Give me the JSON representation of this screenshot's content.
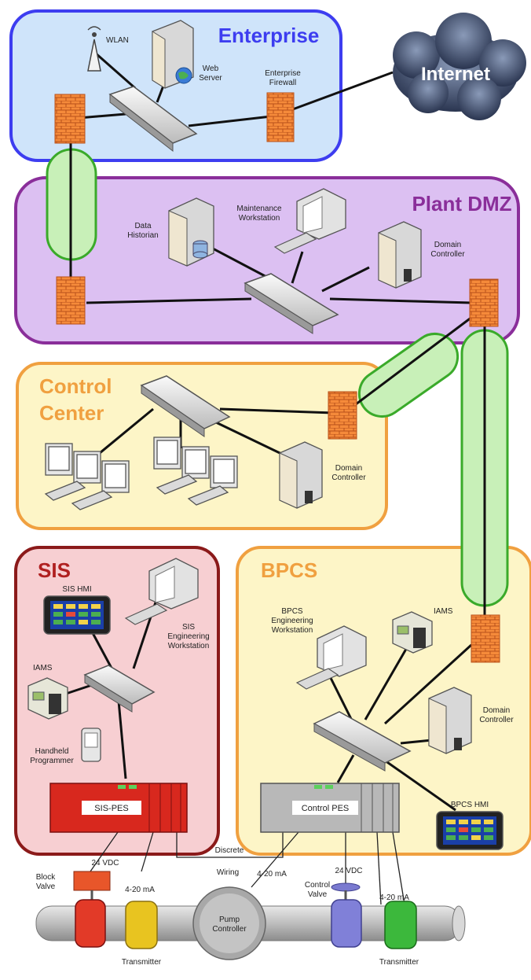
{
  "zones": {
    "enterprise": {
      "title": "Enterprise",
      "color": "#3d3df0",
      "fill": "#cfe4fa"
    },
    "internet": {
      "title": "Internet"
    },
    "plant_dmz": {
      "title": "Plant DMZ",
      "color": "#8a2e9a",
      "fill": "#dcc0f2"
    },
    "control_center": {
      "title_line1": "Control",
      "title_line2": "Center",
      "color": "#f0a040",
      "fill": "#fdf5c7"
    },
    "sis": {
      "title": "SIS",
      "color": "#b02020",
      "fill": "#f7cfd2"
    },
    "bpcs": {
      "title": "BPCS",
      "color": "#f0a040",
      "fill": "#fdf5c7"
    }
  },
  "labels": {
    "wlan": "WLAN",
    "web_server_1": "Web",
    "web_server_2": "Server",
    "enterprise_firewall_1": "Enterprise",
    "enterprise_firewall_2": "Firewall",
    "data_historian_1": "Data",
    "data_historian_2": "Historian",
    "maint_ws_1": "Maintenance",
    "maint_ws_2": "Workstation",
    "dmz_dc_1": "Domain",
    "dmz_dc_2": "Controller",
    "cc_dc_1": "Domain",
    "cc_dc_2": "Controller",
    "sis_hmi": "SIS HMI",
    "sis_eng_1": "SIS",
    "sis_eng_2": "Engineering",
    "sis_eng_3": "Workstation",
    "sis_iams": "IAMS",
    "handheld_1": "Handheld",
    "handheld_2": "Programmer",
    "sis_pes": "SIS-PES",
    "bpcs_eng_1": "BPCS",
    "bpcs_eng_2": "Engineering",
    "bpcs_eng_3": "Workstation",
    "bpcs_iams": "IAMS",
    "bpcs_dc_1": "Domain",
    "bpcs_dc_2": "Controller",
    "bpcs_hmi": "BPCS HMI",
    "control_pes": "Control PES",
    "discrete": "Discrete",
    "wiring": "Wiring",
    "vdc_left": "24 VDC",
    "vdc_right": "24 VDC",
    "ma_left": "4-20 mA",
    "ma_mid": "4-20 mA",
    "ma_right": "4-20 mA",
    "block_valve_1": "Block",
    "block_valve_2": "Valve",
    "control_valve_1": "Control",
    "control_valve_2": "Valve",
    "pump_1": "Pump",
    "pump_2": "Controller",
    "transmitter_left": "Transmitter",
    "transmitter_right": "Transmitter"
  },
  "colors": {
    "conduit_fill": "#c8f0b8",
    "conduit_stroke": "#3aaa2a",
    "firewall": "#f0782a",
    "link": "#111111"
  }
}
